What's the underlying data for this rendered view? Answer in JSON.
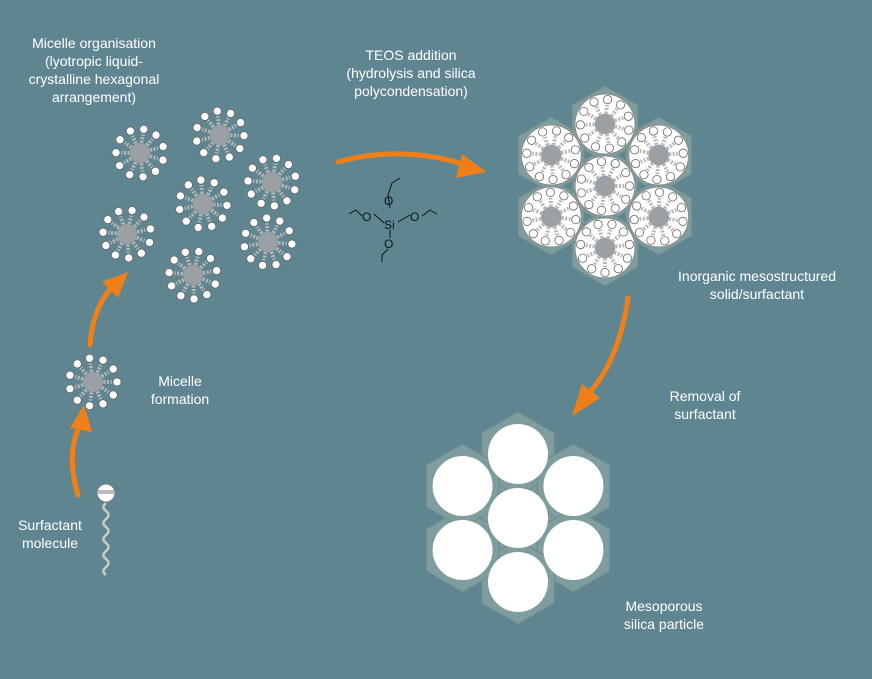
{
  "labels": {
    "micelle_organisation": "Micelle organisation\n(lyotropic liquid-\ncrystalline hexagonal\narrangement)",
    "teos_addition": "TEOS addition\n(hydrolysis and silica\npolycondensation)",
    "inorganic": "Inorganic mesostructured\nsolid/surfactant",
    "removal": "Removal of\nsurfactant",
    "micelle_formation": "Micelle\nformation",
    "surfactant_molecule": "Surfactant\nmolecule",
    "mesoporous": "Mesoporous\nsilica particle"
  },
  "teos": {
    "silicon": "Si",
    "oxygen": "O"
  },
  "colors": {
    "background": "#5f8690",
    "arrow": "#f07f17",
    "hexagon": "#7f9d9e",
    "pore": "#ffffff",
    "micelle_core": "#9aa0a4"
  }
}
